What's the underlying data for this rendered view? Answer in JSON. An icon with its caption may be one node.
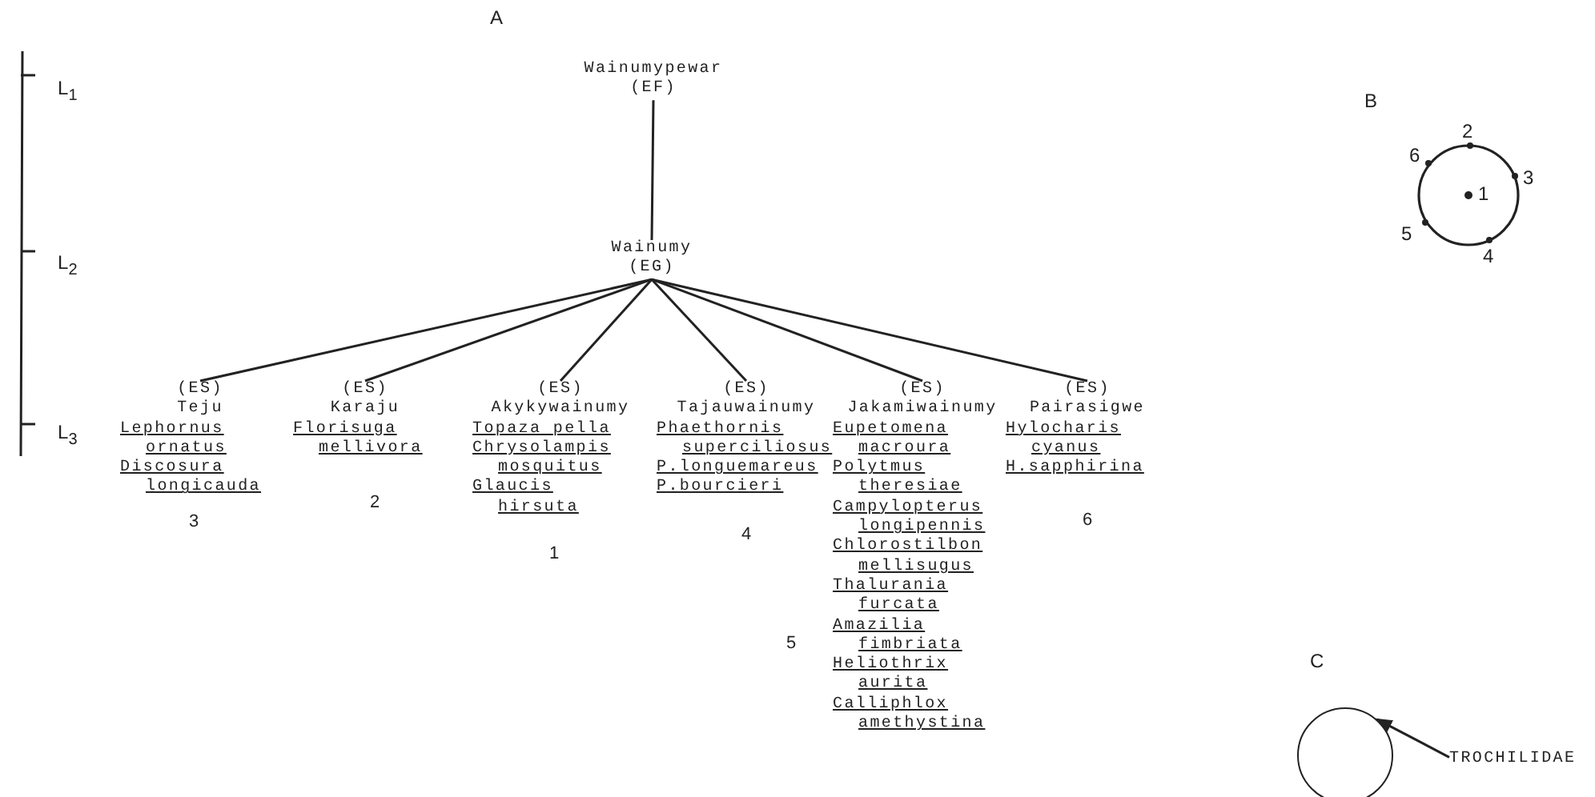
{
  "diagram": {
    "nodes": [
      {
        "text": [
          "Wainumypewar",
          "(EF)"
        ]
      },
      {
        "text": [
          "Wainumy",
          "(EG)"
        ]
      },
      {
        "text": [
          "(ES)",
          "Teju",
          "Lephornus ornatus",
          "Discosura longicauda"
        ],
        "beside": [
          "3"
        ]
      },
      {
        "text": [
          "(ES)",
          "Karaju",
          "Florisuga mellivora"
        ],
        "beside": [
          "2"
        ]
      },
      {
        "text": [
          "(ES)",
          "Akykywainumy",
          "Topaza pella",
          "Chrysolampis mosquitus",
          "Glaucis hirsuta"
        ],
        "beside": [
          "1"
        ]
      },
      {
        "text": [
          "(ES)",
          "Tajauwainumy",
          "Phaethornis superciliosus",
          "P.longuemareus",
          "P.bourcieri"
        ],
        "beside": [
          "4"
        ]
      },
      {
        "text": [
          "(ES)",
          "Jakamiwainumy",
          "Eupetomena macroura",
          "Polytmus theresiae",
          "Campylopterus longipennis",
          "Chlorostilbon mellisugus",
          "Thalurania furcata",
          "Amazilia fimbriata",
          "Heliothrix aurita",
          "Calliphlox amethystina"
        ],
        "beside": [
          "5"
        ]
      },
      {
        "text": [
          "(ES)",
          "Pairasigwe",
          "Hylocharis cyanus",
          "H.sapphirina"
        ],
        "beside": [
          "6"
        ]
      },
      {
        "text": [
          "TROCHILIDAE"
        ]
      },
      {
        "text": [],
        "shape": "circle"
      }
    ],
    "edges": [
      {
        "from": 0,
        "to": 1,
        "arrow": "none"
      },
      {
        "from": 1,
        "to": 2,
        "arrow": "none"
      },
      {
        "from": 1,
        "to": 3,
        "arrow": "none"
      },
      {
        "from": 1,
        "to": 4,
        "arrow": "none"
      },
      {
        "from": 1,
        "to": 5,
        "arrow": "none"
      },
      {
        "from": 1,
        "to": 6,
        "arrow": "none"
      },
      {
        "from": 1,
        "to": 7,
        "arrow": "none"
      },
      {
        "from": 8,
        "to": 9,
        "arrow": "to"
      }
    ],
    "labels": [
      "A",
      "L$_{1}$",
      "B",
      "2",
      "6",
      "3",
      "1",
      "L$_{2}$",
      "5",
      "4",
      "L$_{3}$",
      "C"
    ]
  }
}
